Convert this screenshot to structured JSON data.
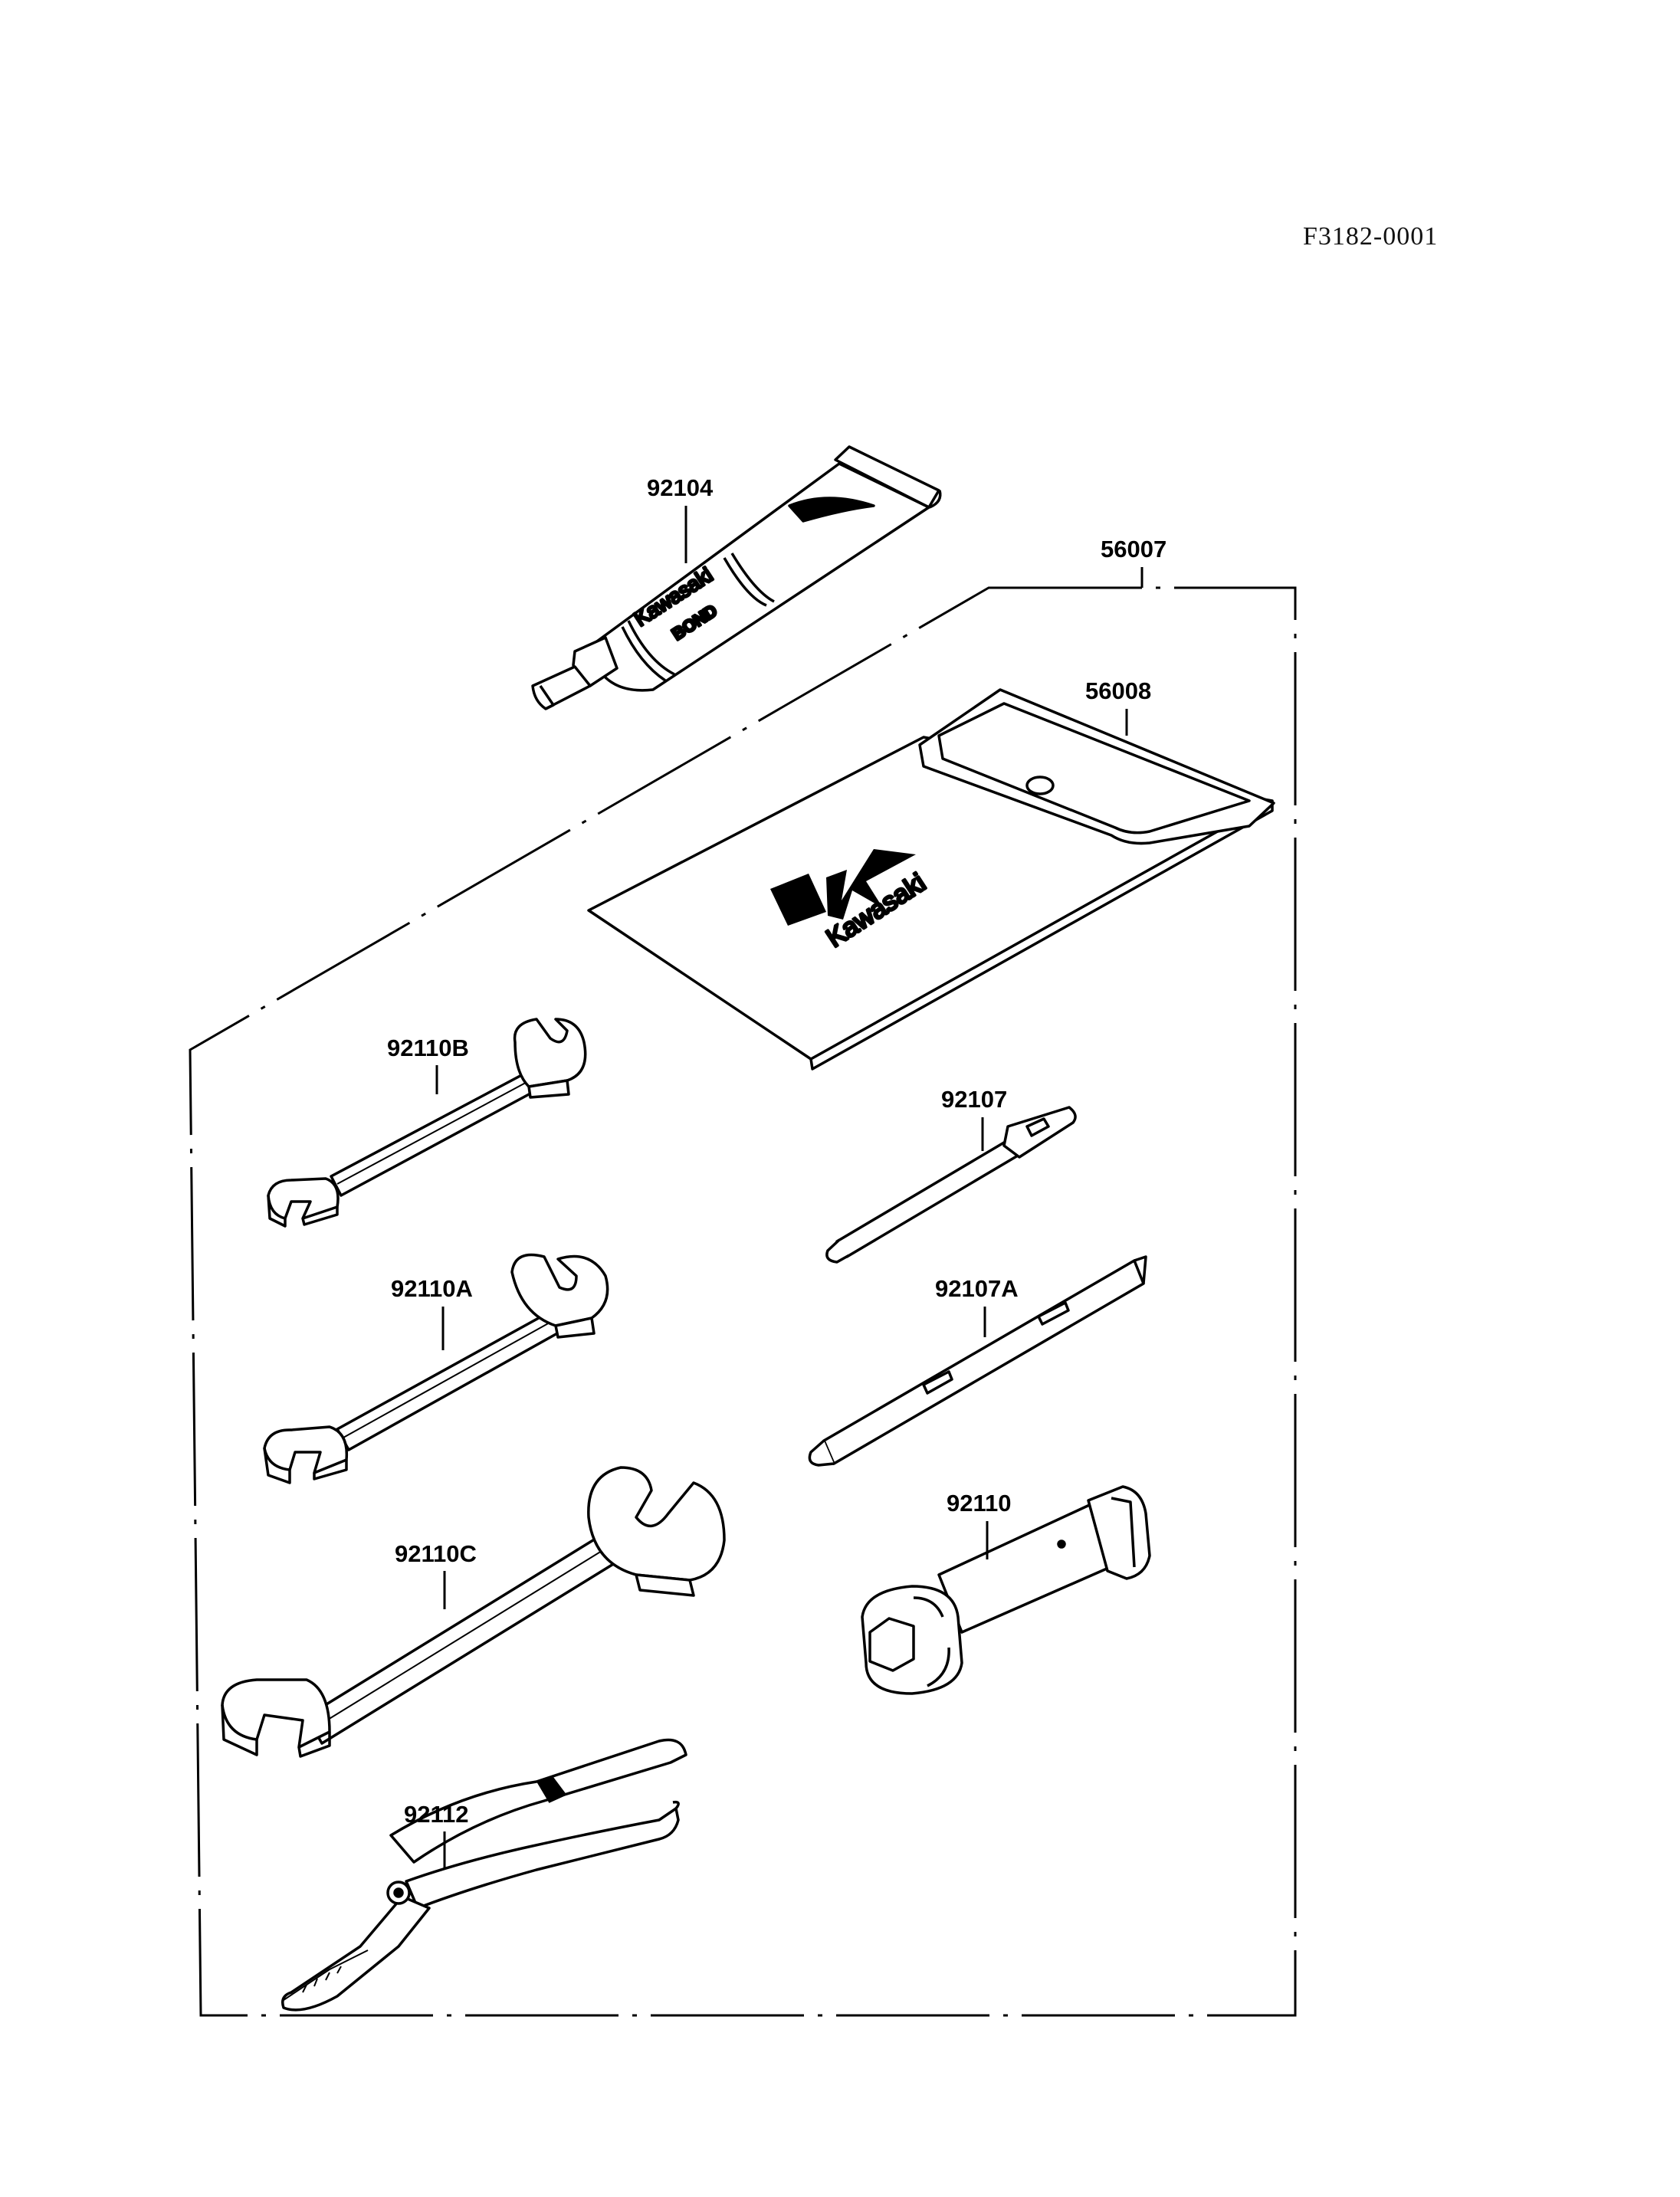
{
  "document_code": "F3182-0001",
  "callouts": {
    "tool_kit_assembly": "56007",
    "tool_bag": "56008",
    "bond_tube": "92104",
    "wrench_b": "92110B",
    "wrench_a": "92110A",
    "wrench_c": "92110C",
    "pliers": "92112",
    "screwdriver_shaft": "92107",
    "screwdriver_handle": "92107A",
    "spark_plug_wrench": "92110"
  },
  "markings": {
    "tube_brand": "Kawasaki",
    "tube_product": "BOND",
    "bag_brand": "Kawasaki"
  },
  "colors": {
    "ink": "#000000",
    "background": "#ffffff"
  }
}
